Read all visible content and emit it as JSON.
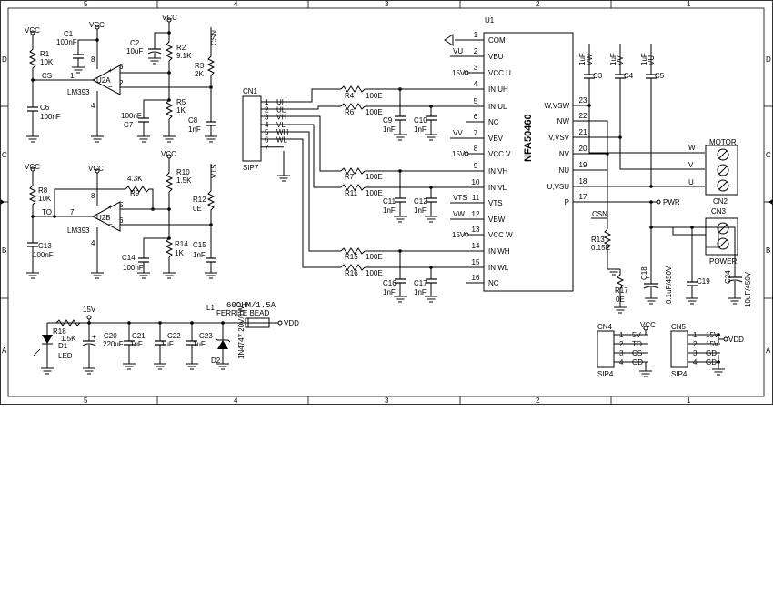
{
  "frame": {
    "cols_top": [
      "5",
      "4",
      "3",
      "2",
      "1"
    ],
    "cols_bottom": [
      "5",
      "4",
      "3",
      "2",
      "1"
    ],
    "rows_left": [
      "D",
      "C",
      "B",
      "A"
    ],
    "rows_right": [
      "D",
      "C",
      "B",
      "A"
    ]
  },
  "u1": {
    "ref": "U1",
    "part": "NFA50460",
    "left_pins": [
      {
        "num": "1",
        "name": "COM",
        "net": ""
      },
      {
        "num": "2",
        "name": "VBU",
        "net": "VU"
      },
      {
        "num": "3",
        "name": "VCC U",
        "net": "15V"
      },
      {
        "num": "4",
        "name": "IN UH",
        "net": ""
      },
      {
        "num": "5",
        "name": "IN UL",
        "net": ""
      },
      {
        "num": "6",
        "name": "NC",
        "net": ""
      },
      {
        "num": "7",
        "name": "VBV",
        "net": "VV"
      },
      {
        "num": "8",
        "name": "VCC V",
        "net": "15V"
      },
      {
        "num": "9",
        "name": "IN VH",
        "net": ""
      },
      {
        "num": "10",
        "name": "IN VL",
        "net": ""
      },
      {
        "num": "11",
        "name": "VTS",
        "net": "VTS"
      },
      {
        "num": "12",
        "name": "VBW",
        "net": "VW"
      },
      {
        "num": "13",
        "name": "VCC W",
        "net": "15V"
      },
      {
        "num": "14",
        "name": "IN WH",
        "net": ""
      },
      {
        "num": "15",
        "name": "IN WL",
        "net": ""
      },
      {
        "num": "16",
        "name": "NC",
        "net": ""
      }
    ],
    "right_pins": [
      {
        "num": "23",
        "name": "W,VSW"
      },
      {
        "num": "22",
        "name": "NW"
      },
      {
        "num": "21",
        "name": "V,VSV"
      },
      {
        "num": "20",
        "name": "NV"
      },
      {
        "num": "19",
        "name": "NU"
      },
      {
        "num": "18",
        "name": "U,VSU"
      },
      {
        "num": "17",
        "name": "P"
      }
    ]
  },
  "cn1": {
    "ref": "CN1",
    "type": "SIP7",
    "pins": [
      {
        "num": "1",
        "name": "UH"
      },
      {
        "num": "2",
        "name": "UL"
      },
      {
        "num": "3",
        "name": "VH"
      },
      {
        "num": "4",
        "name": "VL"
      },
      {
        "num": "5",
        "name": "WH"
      },
      {
        "num": "6",
        "name": "WL"
      },
      {
        "num": "7",
        "name": ""
      }
    ]
  },
  "resistors": {
    "R1": {
      "ref": "R1",
      "value": "10K"
    },
    "R2": {
      "ref": "R2",
      "value": "9.1K"
    },
    "R3": {
      "ref": "R3",
      "value": "2K"
    },
    "R5": {
      "ref": "R5",
      "value": "1K"
    },
    "R4": {
      "ref": "R4",
      "value": "100E"
    },
    "R6": {
      "ref": "R6",
      "value": "100E"
    },
    "R7": {
      "ref": "R7",
      "value": "100E"
    },
    "R11": {
      "ref": "R11",
      "value": "100E"
    },
    "R15": {
      "ref": "R15",
      "value": "100E"
    },
    "R16": {
      "ref": "R16",
      "value": "100E"
    },
    "R8": {
      "ref": "R8",
      "value": "10K"
    },
    "R9": {
      "ref": "R9",
      "value": "4.3K"
    },
    "R10": {
      "ref": "R10",
      "value": "1.5K"
    },
    "R12": {
      "ref": "R12",
      "value": "0E"
    },
    "R14": {
      "ref": "R14",
      "value": "1K"
    },
    "R13": {
      "ref": "R13",
      "value": "0.15E"
    },
    "R17": {
      "ref": "R17",
      "value": "0E"
    },
    "R18": {
      "ref": "R18",
      "value": "1.5K"
    }
  },
  "capacitors": {
    "C1": {
      "ref": "C1",
      "value": "100nF"
    },
    "C2": {
      "ref": "C2",
      "value": "10uF"
    },
    "C6": {
      "ref": "C6",
      "value": "100nF"
    },
    "C7": {
      "ref": "C7",
      "value": "100nF"
    },
    "C8": {
      "ref": "C8",
      "value": "1nF"
    },
    "C9": {
      "ref": "C9",
      "value": "1nF"
    },
    "C10": {
      "ref": "C10",
      "value": "1nF"
    },
    "C11": {
      "ref": "C11",
      "value": "1nF"
    },
    "C12": {
      "ref": "C12",
      "value": "1nF"
    },
    "C16": {
      "ref": "C16",
      "value": "1nF"
    },
    "C17": {
      "ref": "C17",
      "value": "1nF"
    },
    "C13": {
      "ref": "C13",
      "value": "100nF"
    },
    "C14": {
      "ref": "C14",
      "value": "100nF"
    },
    "C15": {
      "ref": "C15",
      "value": "1nF"
    },
    "C3": {
      "ref": "C3",
      "value": "1uF"
    },
    "C4": {
      "ref": "C4",
      "value": "1uF"
    },
    "C5": {
      "ref": "C5",
      "value": "1uF"
    },
    "C18": {
      "ref": "C18",
      "value": "0.1uF/450V"
    },
    "C19": {
      "ref": "C19",
      "value": ""
    },
    "C24": {
      "ref": "C24",
      "value": "10uF/450V"
    },
    "C20": {
      "ref": "C20",
      "value": "220uF"
    },
    "C21": {
      "ref": "C21",
      "value": "1uF"
    },
    "C22": {
      "ref": "C22",
      "value": "1uF"
    },
    "C23": {
      "ref": "C23",
      "value": "1uF"
    }
  },
  "u2a": {
    "ref": "U2A",
    "part": "LM393",
    "pins": [
      "1",
      "2",
      "3",
      "4",
      "8"
    ]
  },
  "u2b": {
    "ref": "U2B",
    "part": "LM393",
    "pins": [
      "5",
      "6",
      "7",
      "4",
      "8"
    ]
  },
  "nets": {
    "vcc": "VCC",
    "vdd": "VDD",
    "cs": "CS",
    "csn": "CSN",
    "to": "TO",
    "vts": "VTS",
    "vu": "VU",
    "vv": "VV",
    "vw": "VW",
    "v15": "15V",
    "pwr": "PWR",
    "w": "W",
    "v": "V",
    "u": "U"
  },
  "misc": {
    "l1_ref": "L1",
    "l1_value": "60OHM/1.5A",
    "l1_desc": "FERRITE BEAD",
    "d1_ref": "D1",
    "d1_desc": "LED",
    "d2_ref": "D2",
    "d2_value": "1N4747 20V/1W"
  },
  "cn2": {
    "ref": "CN2",
    "label": "MOTOR"
  },
  "cn3": {
    "ref": "CN3",
    "label": "POWER"
  },
  "cn4": {
    "ref": "CN4",
    "type": "SIP4",
    "pins": [
      {
        "num": "1",
        "name": "5V"
      },
      {
        "num": "2",
        "name": "TO"
      },
      {
        "num": "3",
        "name": "CS"
      },
      {
        "num": "4",
        "name": "GD"
      }
    ]
  },
  "cn5": {
    "ref": "CN5",
    "type": "SIP4",
    "pins": [
      {
        "num": "1",
        "name": "15V"
      },
      {
        "num": "2",
        "name": "15V"
      },
      {
        "num": "3",
        "name": "GD"
      },
      {
        "num": "4",
        "name": "GD"
      }
    ]
  }
}
